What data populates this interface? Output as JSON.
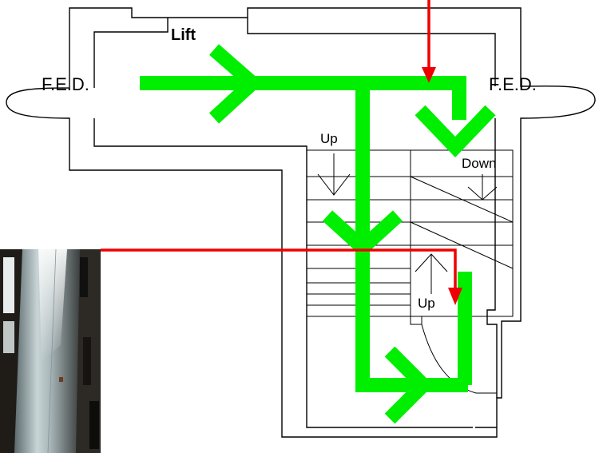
{
  "labels": {
    "fed_left": "F.E.D.",
    "fed_right": "F.E.D.",
    "lift": "Lift",
    "up_upper": "Up",
    "down": "Down",
    "up_lower": "Up"
  },
  "colors": {
    "green_route": "#00ee00",
    "red_route": "#ee0000",
    "walls": "#000000"
  },
  "photo": {
    "description_icon": "corridor-photo"
  }
}
